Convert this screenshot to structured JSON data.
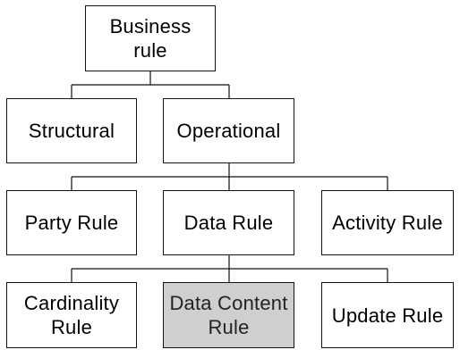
{
  "diagram": {
    "root": {
      "label": "Business rule"
    },
    "level1": [
      {
        "label": "Structural"
      },
      {
        "label": "Operational"
      }
    ],
    "level2": [
      {
        "label": "Party Rule"
      },
      {
        "label": "Data Rule"
      },
      {
        "label": "Activity Rule"
      }
    ],
    "level3": [
      {
        "label": "Cardinality Rule"
      },
      {
        "label": "Data Content Rule",
        "highlighted": true
      },
      {
        "label": "Update Rule"
      }
    ],
    "colors": {
      "border": "#111111",
      "highlight_fill": "#cfcfcf",
      "text": "#000000"
    }
  }
}
